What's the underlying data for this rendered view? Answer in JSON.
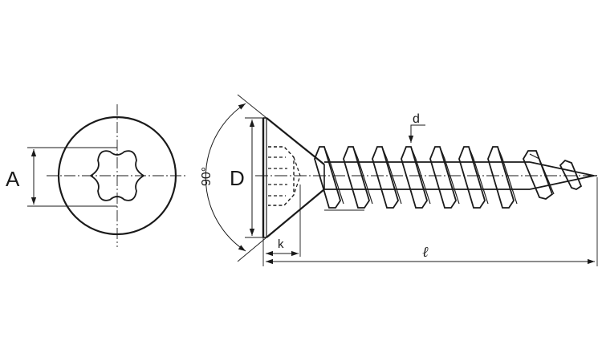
{
  "drawing": {
    "labels": {
      "A": "A",
      "D": "D",
      "angle": "90°",
      "d": "d",
      "k": "k",
      "length": "ℓ"
    },
    "colors": {
      "line": "#1a1a1a",
      "background": "#ffffff"
    },
    "icons": {
      "head_drive": "hexalobular-socket-icon"
    }
  }
}
